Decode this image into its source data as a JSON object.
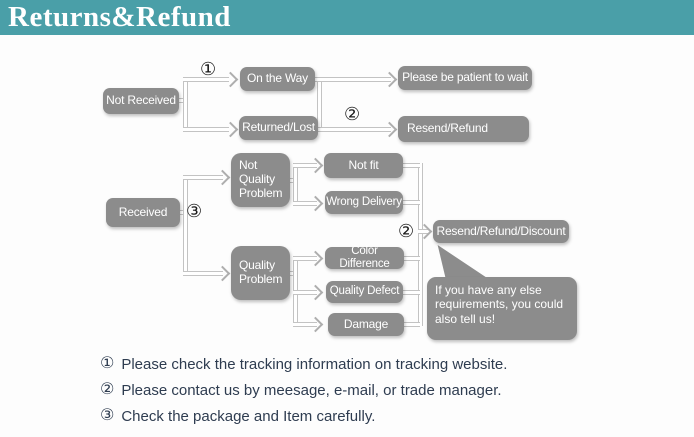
{
  "header": {
    "title": "Returns&Refund"
  },
  "colors": {
    "header_bar": "#4A9FA8",
    "node_gray": "#8C8C8C",
    "connector_gray": "#C3C3C3",
    "note_text": "#2E3C50",
    "node_text": "#FFFFFF"
  },
  "flowchart": {
    "nodes": {
      "not_received": "Not Received",
      "on_the_way": "On the Way",
      "returned_lost": "Returned/Lost",
      "please_wait": "Please be patient to wait",
      "resend_refund": "Resend/Refund",
      "received": "Received",
      "not_quality_problem": "Not Quality Problem",
      "quality_problem": "Quality Problem",
      "not_fit": "Not fit",
      "wrong_delivery": "Wrong Delivery",
      "color_difference": "Color Difference",
      "quality_defect": "Quality Defect",
      "damage": "Damage",
      "resend_refund_discount": "Resend/Refund/Discount",
      "bubble": "If you have any else requirements, you could also tell us!"
    },
    "markers": {
      "m1": "①",
      "m2": "②",
      "m3": "③"
    }
  },
  "notes": [
    {
      "num": "①",
      "text": "Please check the tracking information on tracking website."
    },
    {
      "num": "②",
      "text": "Please contact us by meesage, e-mail, or trade manager."
    },
    {
      "num": "③",
      "text": "Check the package and Item carefully."
    }
  ]
}
